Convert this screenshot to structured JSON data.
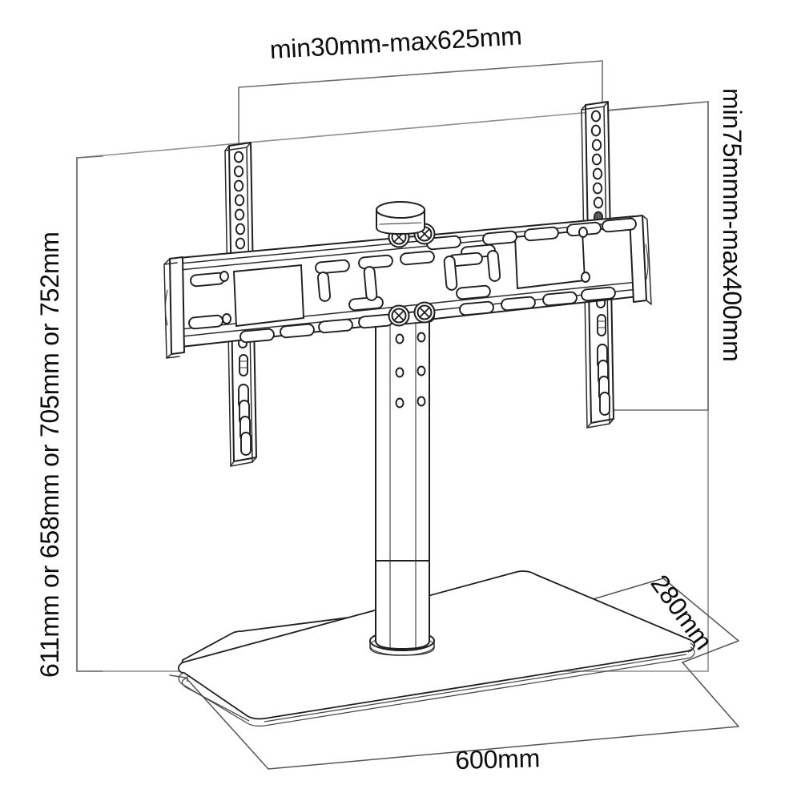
{
  "document": {
    "type": "technical-dimension-drawing",
    "subject": "tabletop TV stand with tilting wall-mount bracket",
    "background_color": "#ffffff",
    "line_color": "#1f1f1f",
    "dimension_line_color": "#6f6f6f",
    "panel_outline_color": "#8e8e8e",
    "text_color": "#0d0d0d"
  },
  "dimensions": {
    "top": {
      "label": "min30mm-max625mm",
      "meaning": "horizontal mounting-hole span",
      "orientation": "horizontal-slightly-rotated"
    },
    "left": {
      "label": "611mm or 658mm or 705mm or 752mm",
      "meaning": "overall panel height options",
      "orientation": "vertical-rotated-ccw"
    },
    "right": {
      "label": "min75mmm-max400mm",
      "meaning": "vertical mounting-hole span",
      "orientation": "vertical-rotated-cw"
    },
    "depth": {
      "label": "280mm",
      "meaning": "base depth",
      "orientation": "diagonal"
    },
    "width": {
      "label": "600mm",
      "meaning": "base width",
      "orientation": "horizontal-slightly-rotated"
    }
  },
  "parts": {
    "tv_panel": "tv-panel-outline",
    "left_arm": "left-vertical-mount-arm",
    "right_arm": "right-vertical-mount-arm",
    "rail": "horizontal-mount-rail",
    "top_cap": "top-cap-knob",
    "screws": "rail-screws",
    "column": "center-support-column",
    "column_collar": "column-base-collar",
    "base": "glass-base-plate"
  }
}
